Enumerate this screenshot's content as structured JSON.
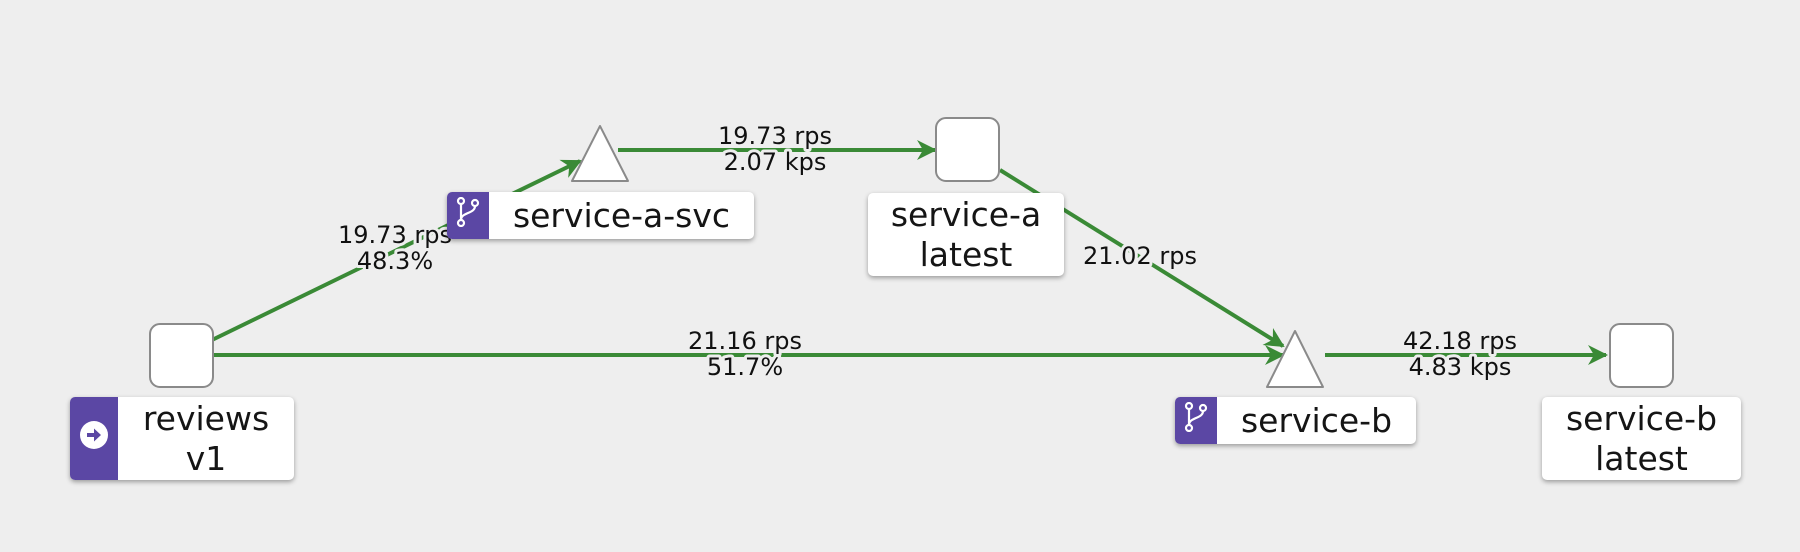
{
  "colors": {
    "edge": "#3a8a36",
    "badge": "#5b47a4",
    "node_fill": "#ffffff",
    "node_stroke": "#8a8a8a",
    "background": "#eeeeee"
  },
  "nodes": {
    "reviews": {
      "line1": "reviews",
      "line2": "v1",
      "icon": "arrow-circle-right-icon"
    },
    "service_a_svc": {
      "label": "service-a-svc",
      "icon": "git-branch-icon"
    },
    "service_a": {
      "line1": "service-a",
      "line2": "latest"
    },
    "service_b_svc": {
      "label": "service-b",
      "icon": "git-branch-icon"
    },
    "service_b": {
      "line1": "service-b",
      "line2": "latest"
    }
  },
  "edges": {
    "reviews_to_service_a_svc": {
      "line1": "19.73 rps",
      "line2": "48.3%"
    },
    "service_a_svc_to_service_a": {
      "line1": "19.73 rps",
      "line2": "2.07 kps"
    },
    "service_a_to_service_b_svc": {
      "line1": "21.02 rps"
    },
    "reviews_to_service_b_svc": {
      "line1": "21.16 rps",
      "line2": "51.7%"
    },
    "service_b_svc_to_service_b": {
      "line1": "42.18 rps",
      "line2": "4.83 kps"
    }
  }
}
